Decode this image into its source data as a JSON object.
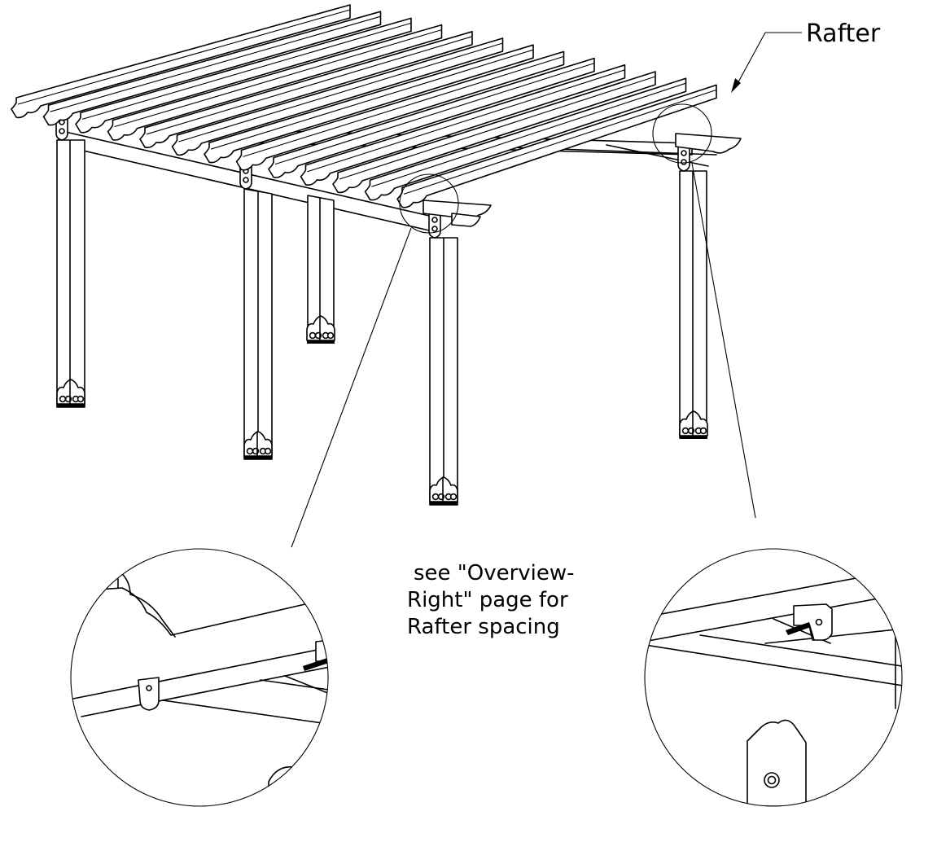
{
  "callouts": {
    "rafter_label": "Rafter",
    "note_line1": "see \"Overview-",
    "note_line2": "Right\" page for",
    "note_line3": "Rafter spacing"
  }
}
